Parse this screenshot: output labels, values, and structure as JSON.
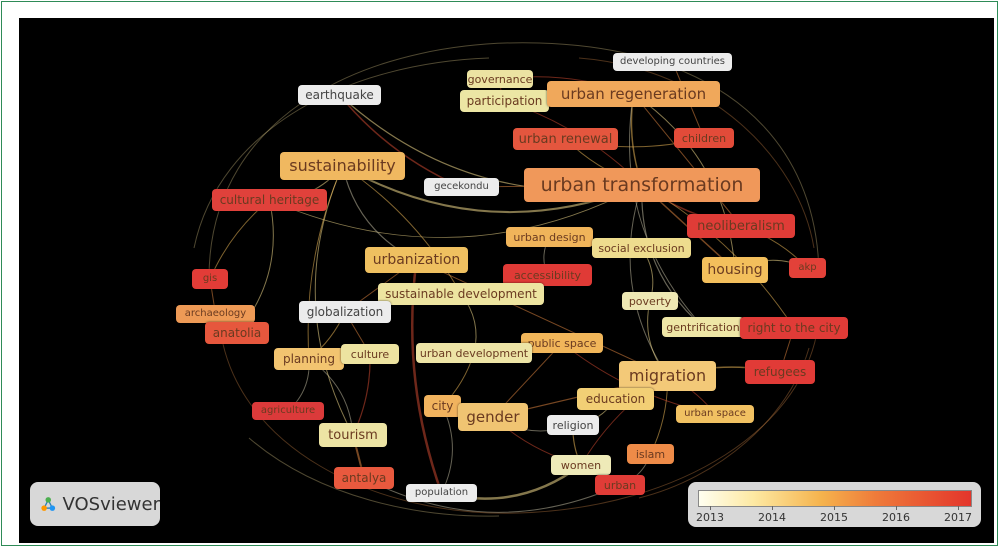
{
  "brand": {
    "name": "VOSviewer"
  },
  "nodes": [
    {
      "id": "governance",
      "label": "governance",
      "color": "#ece3a2",
      "fs": 11
    },
    {
      "id": "developing-countries",
      "label": "developing countries",
      "color": "#ececec",
      "fs": 10
    },
    {
      "id": "earthquake",
      "label": "earthquake",
      "color": "#ececec",
      "fs": 12
    },
    {
      "id": "participation",
      "label": "participation",
      "color": "#ece6a4",
      "fs": 12
    },
    {
      "id": "urban-regeneration",
      "label": "urban regeneration",
      "color": "#f0a85b",
      "fs": 15
    },
    {
      "id": "urban-renewal",
      "label": "urban renewal",
      "color": "#e4563e",
      "fs": 13
    },
    {
      "id": "children",
      "label": "children",
      "color": "#e24b39",
      "fs": 11
    },
    {
      "id": "sustainability",
      "label": "sustainability",
      "color": "#f0b860",
      "fs": 16
    },
    {
      "id": "gecekondu",
      "label": "gecekondu",
      "color": "#ececec",
      "fs": 10
    },
    {
      "id": "urban-transformation",
      "label": "urban transformation",
      "color": "#f0985a",
      "fs": 19
    },
    {
      "id": "cultural-heritage",
      "label": "cultural heritage",
      "color": "#e0413b",
      "fs": 12
    },
    {
      "id": "neoliberalism",
      "label": "neoliberalism",
      "color": "#df3c37",
      "fs": 13
    },
    {
      "id": "urban-design",
      "label": "urban design",
      "color": "#f0b45a",
      "fs": 11
    },
    {
      "id": "social-exclusion",
      "label": "social exclusion",
      "color": "#eedc8e",
      "fs": 11
    },
    {
      "id": "urbanization",
      "label": "urbanization",
      "color": "#efc060",
      "fs": 14
    },
    {
      "id": "housing",
      "label": "housing",
      "color": "#f3bf5c",
      "fs": 14
    },
    {
      "id": "akp",
      "label": "akp",
      "color": "#e34139",
      "fs": 10
    },
    {
      "id": "accessibility",
      "label": "accessibility",
      "color": "#e03a36",
      "fs": 11
    },
    {
      "id": "gis",
      "label": "gis",
      "color": "#e23c37",
      "fs": 10
    },
    {
      "id": "sustainable-development",
      "label": "sustainable development",
      "color": "#ede4a0",
      "fs": 12
    },
    {
      "id": "poverty",
      "label": "poverty",
      "color": "#eee8b4",
      "fs": 11
    },
    {
      "id": "archaeology",
      "label": "archaeology",
      "color": "#ee9a56",
      "fs": 10
    },
    {
      "id": "globalization",
      "label": "globalization",
      "color": "#ececec",
      "fs": 12
    },
    {
      "id": "anatolia",
      "label": "anatolia",
      "color": "#e6573d",
      "fs": 12
    },
    {
      "id": "gentrification",
      "label": "gentrification",
      "color": "#eee6a6",
      "fs": 11
    },
    {
      "id": "right-to-the-city",
      "label": "right to the city",
      "color": "#e03b37",
      "fs": 12
    },
    {
      "id": "public-space",
      "label": "public space",
      "color": "#f1b65a",
      "fs": 11
    },
    {
      "id": "planning",
      "label": "planning",
      "color": "#f2c470",
      "fs": 12
    },
    {
      "id": "culture",
      "label": "culture",
      "color": "#ede3a0",
      "fs": 11
    },
    {
      "id": "urban-development",
      "label": "urban development",
      "color": "#ede4a6",
      "fs": 11
    },
    {
      "id": "migration",
      "label": "migration",
      "color": "#f3c978",
      "fs": 16
    },
    {
      "id": "refugees",
      "label": "refugees",
      "color": "#e13b37",
      "fs": 12
    },
    {
      "id": "agriculture",
      "label": "agriculture",
      "color": "#db3a3a",
      "fs": 10
    },
    {
      "id": "city",
      "label": "city",
      "color": "#f1b35e",
      "fs": 12
    },
    {
      "id": "gender",
      "label": "gender",
      "color": "#f0c472",
      "fs": 15
    },
    {
      "id": "education",
      "label": "education",
      "color": "#f2cf75",
      "fs": 12
    },
    {
      "id": "urban-space",
      "label": "urban space",
      "color": "#f1c162",
      "fs": 10
    },
    {
      "id": "religion",
      "label": "religion",
      "color": "#ececec",
      "fs": 11
    },
    {
      "id": "tourism",
      "label": "tourism",
      "color": "#ede4a4",
      "fs": 13
    },
    {
      "id": "islam",
      "label": "islam",
      "color": "#ee8b48",
      "fs": 11
    },
    {
      "id": "women",
      "label": "women",
      "color": "#eeeab8",
      "fs": 11
    },
    {
      "id": "antalya",
      "label": "antalya",
      "color": "#e8593e",
      "fs": 12
    },
    {
      "id": "urban",
      "label": "urban",
      "color": "#e03c37",
      "fs": 11
    },
    {
      "id": "population",
      "label": "population",
      "color": "#ececec",
      "fs": 10
    }
  ],
  "legend": {
    "years": [
      "2013",
      "2014",
      "2015",
      "2016",
      "2017"
    ]
  }
}
